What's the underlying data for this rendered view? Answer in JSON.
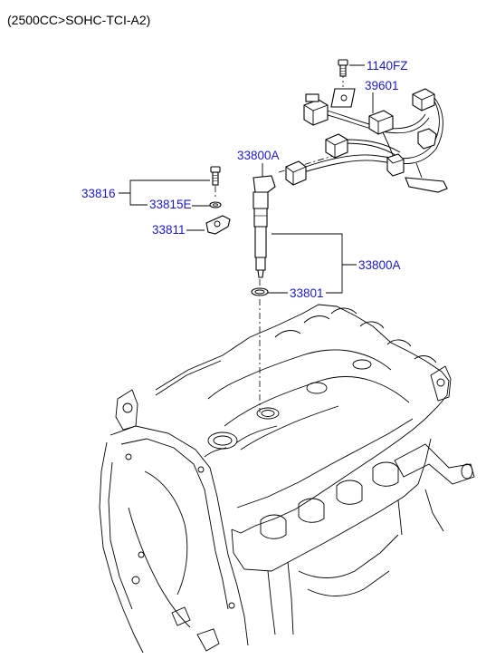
{
  "header": {
    "title": "(2500CC>SOHC-TCI-A2)"
  },
  "callouts": {
    "bolt_1140FZ": "1140FZ",
    "harness_39601": "39601",
    "injector_top_33800A": "33800A",
    "injector_side_33800A": "33800A",
    "clamp_kit_33816": "33816",
    "washer_33815E": "33815E",
    "clamp_33811": "33811",
    "gasket_33801": "33801"
  }
}
